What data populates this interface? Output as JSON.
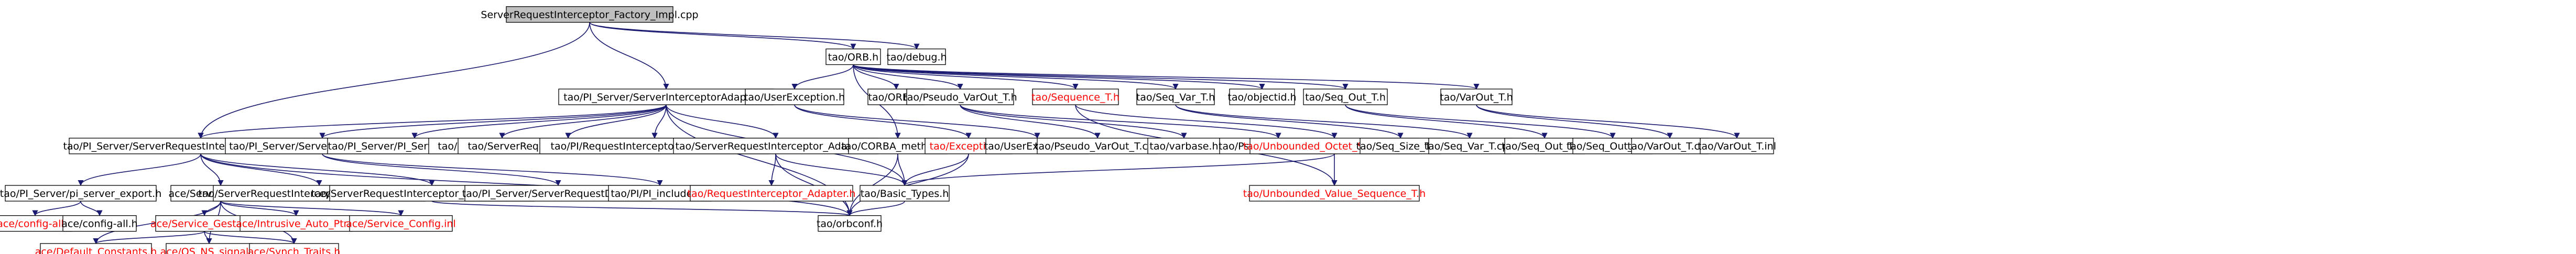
{
  "colors": {
    "edge": "#191970",
    "root_fill": "#bfbfbf",
    "node_fill": "#ffffff",
    "missing_text": "#ff0000",
    "missing_border": "#ff0000",
    "ghost_border": "#bfbfbf",
    "text": "#000000"
  },
  "nodes": [
    {
      "id": "root",
      "label": "ServerRequestInterceptor_Factory_Impl.cpp",
      "kind": "root"
    },
    {
      "id": "orb",
      "label": "tao/ORB.h",
      "kind": "normal"
    },
    {
      "id": "debug",
      "label": "tao/debug.h",
      "kind": "normal"
    },
    {
      "id": "adapter",
      "label": "tao/PI_Server/ServerInterceptorAdapter.h",
      "kind": "normal"
    },
    {
      "id": "useref",
      "label": "tao/UserException.h",
      "kind": "normal"
    },
    {
      "id": "orbinl",
      "label": "tao/ORB.inl",
      "kind": "normal"
    },
    {
      "id": "pvarout",
      "label": "tao/Pseudo_VarOut_T.h",
      "kind": "normal"
    },
    {
      "id": "seqt",
      "label": "tao/Sequence_T.h",
      "kind": "missing"
    },
    {
      "id": "seqvar",
      "label": "tao/Seq_Var_T.h",
      "kind": "normal"
    },
    {
      "id": "objectid",
      "label": "tao/objectid.h",
      "kind": "normal"
    },
    {
      "id": "seqout",
      "label": "tao/Seq_Out_T.h",
      "kind": "normal"
    },
    {
      "id": "varout",
      "label": "tao/VarOut_T.h",
      "kind": "normal"
    },
    {
      "id": "factimpl",
      "label": "tao/PI_Server/ServerRequestInterceptor_Factory_Impl.h",
      "kind": "normal"
    },
    {
      "id": "srvdetails",
      "label": "tao/PI_Server/ServerRequestDetails.h",
      "kind": "normal"
    },
    {
      "id": "includec",
      "label": "tao/PI_Server/PI_Server_includeC.h",
      "kind": "ghost"
    },
    {
      "id": "listt",
      "label": "tao/PI/Interceptor_List_T.h",
      "kind": "ghost"
    },
    {
      "id": "sradapter",
      "label": "tao/ServerRequestInterceptor_Adapter.h",
      "kind": "ghost"
    },
    {
      "id": "prqadapterimpl",
      "label": "tao/PI/RequestInterceptor_Adapter_Impl.h",
      "kind": "ghost"
    },
    {
      "id": "srvreqadapter",
      "label": "tao/ServerRequestInterceptor_Adapter.h",
      "kind": "normal"
    },
    {
      "id": "corbam",
      "label": "tao/CORBA_methods.h",
      "kind": "normal"
    },
    {
      "id": "except",
      "label": "tao/Exception.h",
      "kind": "missing"
    },
    {
      "id": "useexinl",
      "label": "tao/UserException.inl",
      "kind": "normal"
    },
    {
      "id": "pvarcpp",
      "label": "tao/Pseudo_VarOut_T.cpp",
      "kind": "normal"
    },
    {
      "id": "varbase",
      "label": "tao/varbase.h",
      "kind": "normal"
    },
    {
      "id": "pvarinl",
      "label": "tao/Pseudo_VarOut_T.inl",
      "kind": "normal"
    },
    {
      "id": "unboundoct",
      "label": "tao/Unbounded_Octet_Sequence_T.h",
      "kind": "missing"
    },
    {
      "id": "seqsize",
      "label": "tao/Seq_Size_T.inl",
      "kind": "normal"
    },
    {
      "id": "seqvarcpp",
      "label": "tao/Seq_Var_T.cpp",
      "kind": "normal"
    },
    {
      "id": "seqoutinl",
      "label": "tao/Seq_Out_T.inl",
      "kind": "normal"
    },
    {
      "id": "seqoutcpp",
      "label": "tao/Seq_Out_T.cpp",
      "kind": "normal"
    },
    {
      "id": "varoutcpp",
      "label": "tao/VarOut_T.cpp",
      "kind": "normal"
    },
    {
      "id": "varoutinl",
      "label": "tao/VarOut_T.inl",
      "kind": "normal"
    },
    {
      "id": "pisrvexport",
      "label": "tao/PI_Server/pi_server_export.h",
      "kind": "normal"
    },
    {
      "id": "acesvccfg",
      "label": "ace/Service_Config.h",
      "kind": "normal"
    },
    {
      "id": "factadapter",
      "label": "tao/ServerRequestInterceptor_Adapter_Factory.h",
      "kind": "ghost"
    },
    {
      "id": "srvreqfact",
      "label": "tao/ServerRequestInterceptor_Adapter_Factory.h",
      "kind": "normal"
    },
    {
      "id": "srvdetailsinl",
      "label": "tao/PI_Server/ServerRequestDetails.inl",
      "kind": "normal"
    },
    {
      "id": "piincludec",
      "label": "tao/PI/PI_includeC.h",
      "kind": "ghost"
    },
    {
      "id": "reqadapter",
      "label": "tao/RequestInterceptor_Adapter.h",
      "kind": "missing"
    },
    {
      "id": "basictypes",
      "label": "tao/Basic_Types.h",
      "kind": "normal"
    },
    {
      "id": "unboundval",
      "label": "tao/Unbounded_Value_Sequence_T.h",
      "kind": "missing"
    },
    {
      "id": "configall",
      "label": "ace/config-all.h",
      "kind": "missing"
    },
    {
      "id": "taoconfigall",
      "label": "ace/config-all.h",
      "kind": "normal"
    },
    {
      "id": "svcgestalt",
      "label": "ace/Service_Gestalt.h",
      "kind": "missing"
    },
    {
      "id": "intrusive",
      "label": "ace/Intrusive_Auto_Ptr.h",
      "kind": "missing"
    },
    {
      "id": "svcconfiginl",
      "label": "ace/Service_Config.inl",
      "kind": "missing"
    },
    {
      "id": "orbconf",
      "label": "tao/orbconf.h",
      "kind": "normal"
    },
    {
      "id": "defconst",
      "label": "ace/Default_Constants.h",
      "kind": "missing"
    },
    {
      "id": "osns",
      "label": "ace/OS_NS_signal.h",
      "kind": "missing"
    },
    {
      "id": "synch",
      "label": "ace/Synch_Traits.h",
      "kind": "missing"
    }
  ],
  "edges": [
    [
      "root",
      "orb"
    ],
    [
      "root",
      "debug"
    ],
    [
      "root",
      "adapter"
    ],
    [
      "root",
      "factimpl"
    ],
    [
      "orb",
      "useref"
    ],
    [
      "orb",
      "orbinl"
    ],
    [
      "orb",
      "pvarout"
    ],
    [
      "orb",
      "seqt"
    ],
    [
      "orb",
      "seqvar"
    ],
    [
      "orb",
      "objectid"
    ],
    [
      "orb",
      "seqout"
    ],
    [
      "orb",
      "varout"
    ],
    [
      "orb",
      "corbam"
    ],
    [
      "adapter",
      "factimpl"
    ],
    [
      "adapter",
      "srvdetails"
    ],
    [
      "adapter",
      "includec"
    ],
    [
      "adapter",
      "listt"
    ],
    [
      "adapter",
      "sradapter"
    ],
    [
      "adapter",
      "prqadapterimpl"
    ],
    [
      "adapter",
      "srvreqadapter"
    ],
    [
      "adapter",
      "basictypes"
    ],
    [
      "adapter",
      "orbconf"
    ],
    [
      "useref",
      "except"
    ],
    [
      "useref",
      "useexinl"
    ],
    [
      "pvarout",
      "pvarcpp"
    ],
    [
      "pvarout",
      "varbase"
    ],
    [
      "pvarout",
      "pvarinl"
    ],
    [
      "seqt",
      "unboundoct"
    ],
    [
      "seqt",
      "unboundval"
    ],
    [
      "seqvar",
      "seqsize"
    ],
    [
      "seqvar",
      "seqvarcpp"
    ],
    [
      "seqout",
      "seqoutinl"
    ],
    [
      "seqout",
      "seqoutcpp"
    ],
    [
      "varout",
      "varoutcpp"
    ],
    [
      "varout",
      "varoutinl"
    ],
    [
      "factimpl",
      "pisrvexport"
    ],
    [
      "factimpl",
      "acesvccfg"
    ],
    [
      "factimpl",
      "factadapter"
    ],
    [
      "factimpl",
      "srvreqfact"
    ],
    [
      "factimpl",
      "orbconf"
    ],
    [
      "srvdetails",
      "srvdetailsinl"
    ],
    [
      "srvdetails",
      "piincludec"
    ],
    [
      "srvreqadapter",
      "reqadapter"
    ],
    [
      "srvreqadapter",
      "basictypes"
    ],
    [
      "srvreqadapter",
      "orbconf"
    ],
    [
      "corbam",
      "basictypes"
    ],
    [
      "corbam",
      "orbconf"
    ],
    [
      "except",
      "basictypes"
    ],
    [
      "except",
      "orbconf"
    ],
    [
      "unboundoct",
      "basictypes"
    ],
    [
      "unboundoct",
      "unboundval"
    ],
    [
      "pisrvexport",
      "configall"
    ],
    [
      "pisrvexport",
      "taoconfigall"
    ],
    [
      "acesvccfg",
      "svcgestalt"
    ],
    [
      "acesvccfg",
      "intrusive"
    ],
    [
      "acesvccfg",
      "svcconfiginl"
    ],
    [
      "acesvccfg",
      "defconst"
    ],
    [
      "acesvccfg",
      "osns"
    ],
    [
      "acesvccfg",
      "synch"
    ],
    [
      "svcgestalt",
      "defconst"
    ],
    [
      "svcgestalt",
      "osns"
    ],
    [
      "svcgestalt",
      "synch"
    ],
    [
      "srvreqfact",
      "orbconf"
    ],
    [
      "basictypes",
      "orbconf"
    ]
  ]
}
